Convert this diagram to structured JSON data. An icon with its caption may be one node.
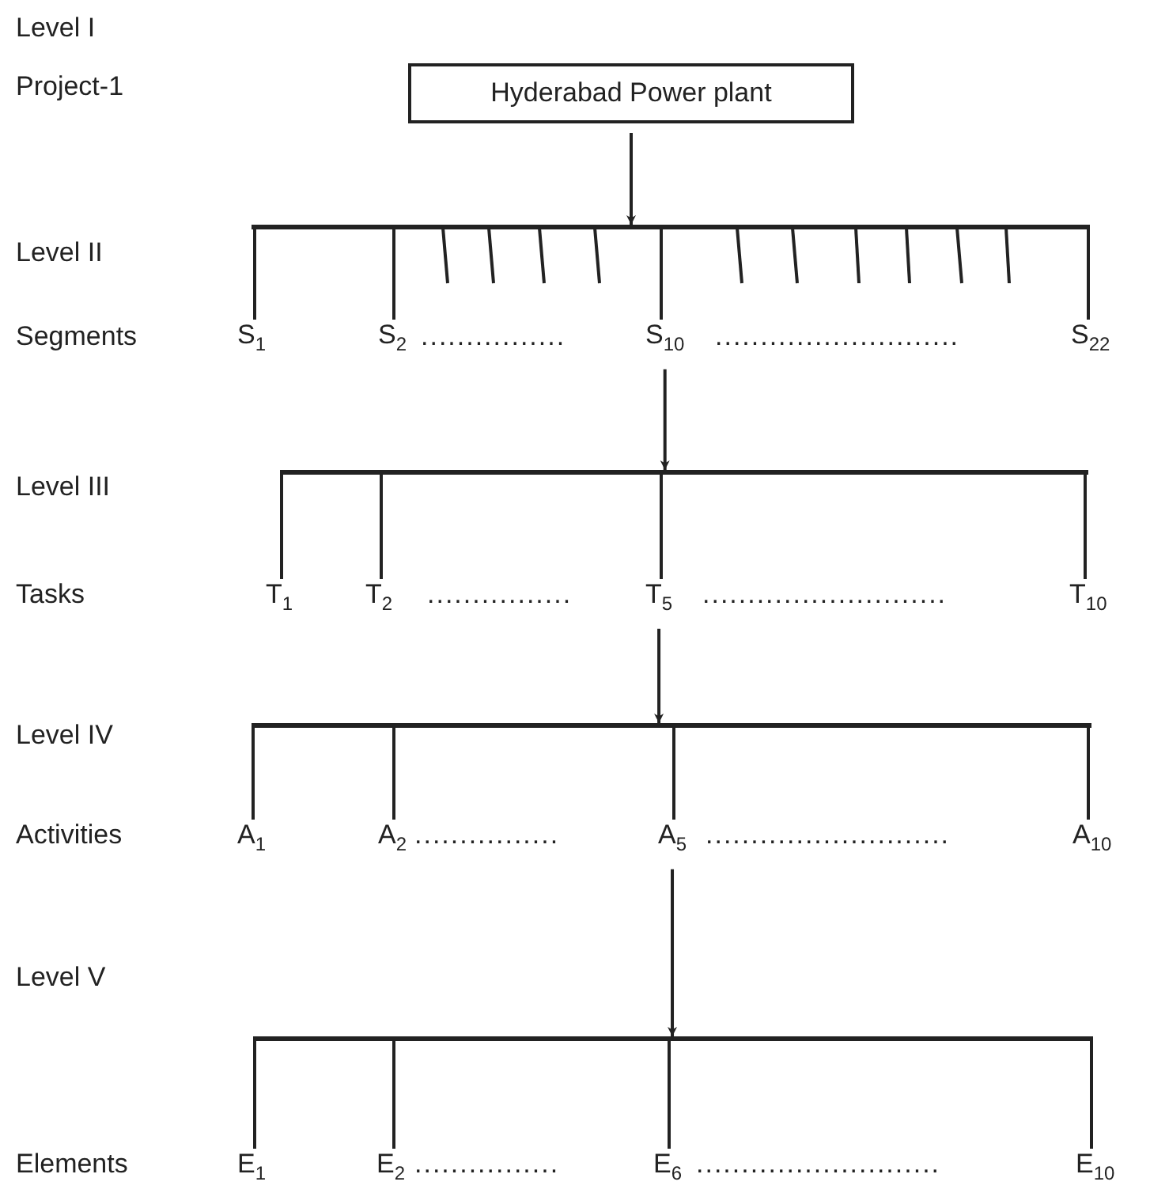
{
  "diagram": {
    "nodes": [
      {
        "text": [
          "Hyderabad Power plant"
        ]
      },
      {
        "text": [],
        "shape": "bar"
      },
      {
        "text": [
          "S$_{1}$"
        ]
      },
      {
        "text": [
          "S$_{2}$"
        ]
      },
      {
        "text": [
          "S$_{10}$"
        ]
      },
      {
        "text": [
          "S$_{22}$"
        ]
      },
      {
        "text": [],
        "shape": "bar"
      },
      {
        "text": [
          "T$_{1}$"
        ]
      },
      {
        "text": [
          "T$_{2}$"
        ]
      },
      {
        "text": [
          "T$_{5}$"
        ]
      },
      {
        "text": [
          "T$_{10}$"
        ]
      },
      {
        "text": [],
        "shape": "bar"
      },
      {
        "text": [
          "A$_{1}$"
        ]
      },
      {
        "text": [
          "A$_{2}$"
        ]
      },
      {
        "text": [
          "A$_{5}$"
        ]
      },
      {
        "text": [
          "A$_{10}$"
        ]
      },
      {
        "text": [],
        "shape": "bar"
      },
      {
        "text": [
          "E$_{1}$"
        ]
      },
      {
        "text": [
          "E$_{2}$"
        ]
      },
      {
        "text": [
          "E$_{6}$"
        ]
      },
      {
        "text": [
          "E$_{10}$"
        ]
      }
    ],
    "edges": [
      {
        "from": 0,
        "to": 1,
        "arrow": "to"
      },
      {
        "from": 1,
        "to": 2,
        "arrow": "none"
      },
      {
        "from": 1,
        "to": 3,
        "arrow": "none"
      },
      {
        "from": 1,
        "to": 4,
        "arrow": "none"
      },
      {
        "from": 1,
        "to": 5,
        "arrow": "none"
      },
      {
        "from": 4,
        "to": 6,
        "arrow": "to"
      },
      {
        "from": 6,
        "to": 7,
        "arrow": "none"
      },
      {
        "from": 6,
        "to": 8,
        "arrow": "none"
      },
      {
        "from": 6,
        "to": 9,
        "arrow": "none"
      },
      {
        "from": 6,
        "to": 10,
        "arrow": "none"
      },
      {
        "from": 9,
        "to": 11,
        "arrow": "to"
      },
      {
        "from": 11,
        "to": 12,
        "arrow": "none"
      },
      {
        "from": 11,
        "to": 13,
        "arrow": "none"
      },
      {
        "from": 11,
        "to": 14,
        "arrow": "none"
      },
      {
        "from": 11,
        "to": 15,
        "arrow": "none"
      },
      {
        "from": 14,
        "to": 16,
        "arrow": "to"
      },
      {
        "from": 16,
        "to": 17,
        "arrow": "none"
      },
      {
        "from": 16,
        "to": 18,
        "arrow": "none"
      },
      {
        "from": 16,
        "to": 19,
        "arrow": "none"
      },
      {
        "from": 16,
        "to": 20,
        "arrow": "none"
      }
    ],
    "labels": [
      "Level I",
      "Project-1",
      "Level II",
      "Segments",
      "................",
      "...........................",
      "Level III",
      "Tasks",
      "................",
      "...........................",
      "Level IV",
      "Activities",
      "................",
      "...........................",
      "Level V",
      "Elements",
      "................",
      "..........................."
    ]
  }
}
